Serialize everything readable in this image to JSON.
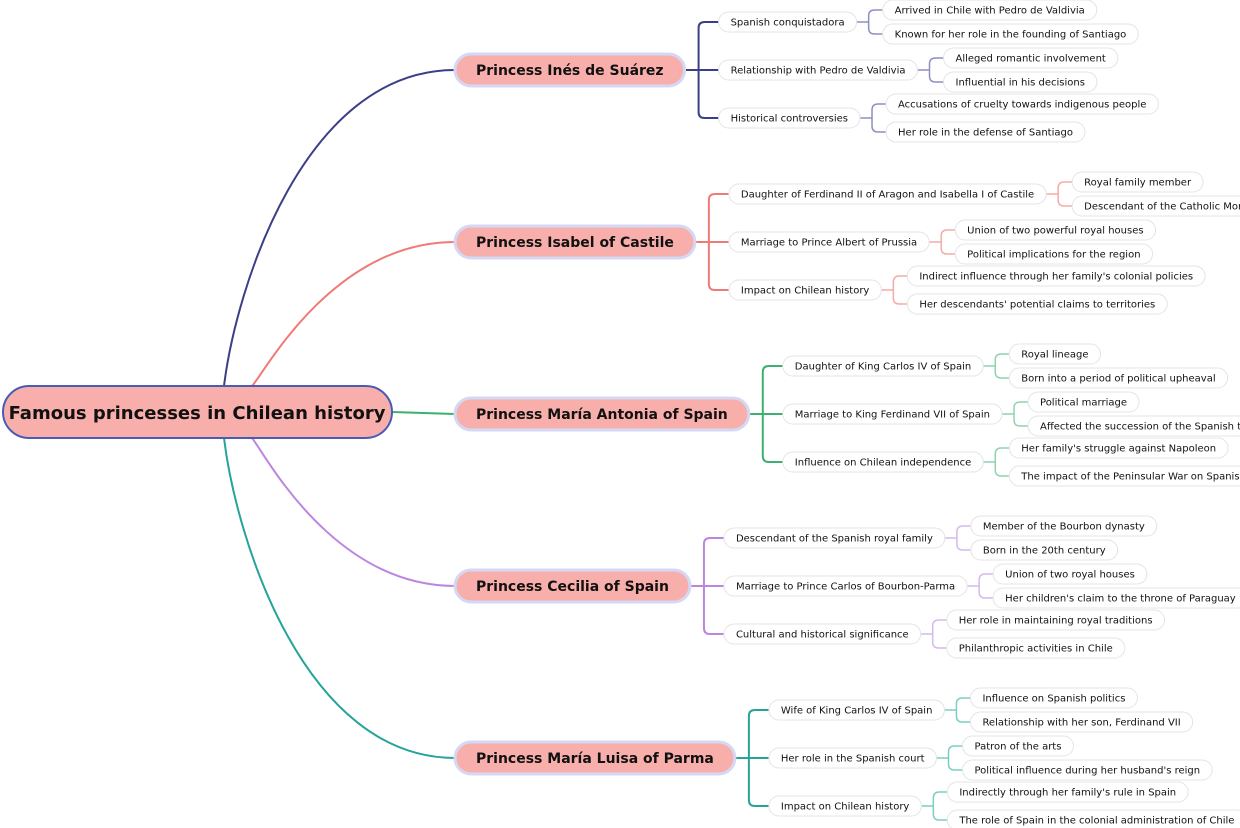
{
  "title": "Famous princesses in Chilean history",
  "colors": {
    "node_fill": "#f8afac",
    "root_border": "#4a5bb5",
    "l1_border": "#d5d8f5",
    "leaf_border": "#e4e4e4"
  },
  "branches": [
    {
      "label": "Princess Inés de Suárez",
      "color": "#3b3f86",
      "light": "#8d8fc0",
      "children": [
        {
          "label": "Spanish conquistadora",
          "children": [
            "Arrived in Chile with Pedro de Valdivia",
            "Known for her role in the founding of Santiago"
          ]
        },
        {
          "label": "Relationship with Pedro de Valdivia",
          "children": [
            "Alleged romantic involvement",
            "Influential in his decisions"
          ]
        },
        {
          "label": "Historical controversies",
          "children": [
            "Accusations of cruelty towards indigenous people",
            "Her role in the defense of Santiago"
          ]
        }
      ]
    },
    {
      "label": "Princess Isabel of Castile",
      "color": "#f07b76",
      "light": "#f6aaa7",
      "children": [
        {
          "label": "Daughter of Ferdinand II of Aragon and Isabella I of Castile",
          "children": [
            "Royal family member",
            "Descendant of the Catholic Monarchs"
          ]
        },
        {
          "label": "Marriage to Prince Albert of Prussia",
          "children": [
            "Union of two powerful royal houses",
            "Political implications for the region"
          ]
        },
        {
          "label": "Impact on Chilean history",
          "children": [
            "Indirect influence through her family's colonial policies",
            "Her descendants' potential claims to territories"
          ]
        }
      ]
    },
    {
      "label": "Princess María Antonia of Spain",
      "color": "#3daf70",
      "light": "#8ed4ac",
      "children": [
        {
          "label": "Daughter of King Carlos IV of Spain",
          "children": [
            "Royal lineage",
            "Born into a period of political upheaval"
          ]
        },
        {
          "label": "Marriage to King Ferdinand VII of Spain",
          "children": [
            "Political marriage",
            "Affected the succession of the Spanish throne"
          ]
        },
        {
          "label": "Influence on Chilean independence",
          "children": [
            "Her family's struggle against Napoleon",
            "The impact of the Peninsular War on Spanish colonies"
          ]
        }
      ]
    },
    {
      "label": "Princess Cecilia of Spain",
      "color": "#bb86e0",
      "light": "#d7b8ee",
      "children": [
        {
          "label": "Descendant of the Spanish royal family",
          "children": [
            "Member of the Bourbon dynasty",
            "Born in the 20th century"
          ]
        },
        {
          "label": "Marriage to Prince Carlos of Bourbon-Parma",
          "children": [
            "Union of two royal houses",
            "Her children's claim to the throne of Paraguay"
          ]
        },
        {
          "label": "Cultural and historical significance",
          "children": [
            "Her role in maintaining royal traditions",
            "Philanthropic activities in Chile"
          ]
        }
      ]
    },
    {
      "label": "Princess María Luisa of Parma",
      "color": "#26a39a",
      "light": "#7ccdc6",
      "children": [
        {
          "label": "Wife of King Carlos IV of Spain",
          "children": [
            "Influence on Spanish politics",
            "Relationship with her son, Ferdinand VII"
          ]
        },
        {
          "label": "Her role in the Spanish court",
          "children": [
            "Patron of the arts",
            "Political influence during her husband's reign"
          ]
        },
        {
          "label": "Impact on Chilean history",
          "children": [
            "Indirectly through her family's rule in Spain",
            "The role of Spain in the colonial administration of Chile"
          ]
        }
      ]
    }
  ]
}
